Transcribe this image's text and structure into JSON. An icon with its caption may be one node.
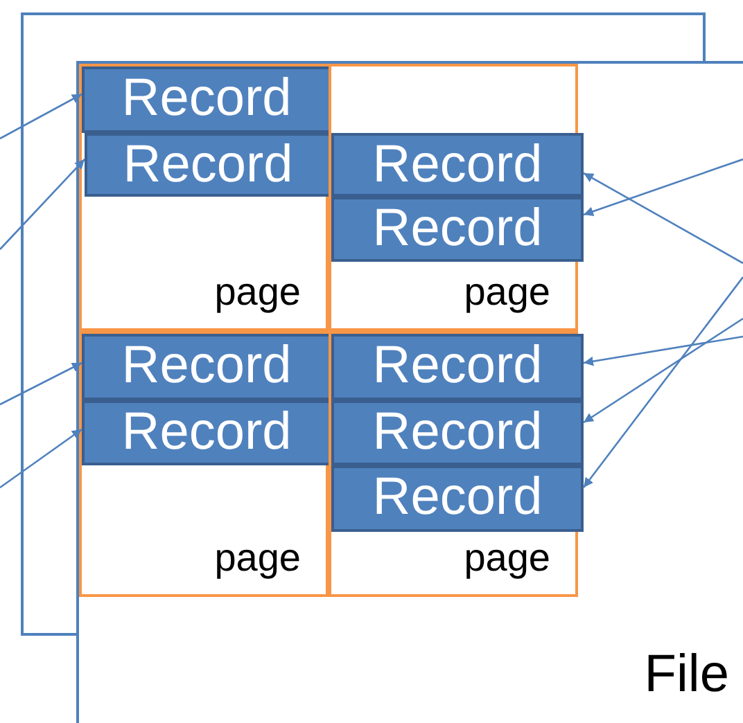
{
  "diagram": {
    "nodes": [
      {
        "text": [
          "File"
        ]
      },
      {
        "text": [
          "page"
        ],
        "in": 0
      },
      {
        "text": [
          "Record"
        ],
        "in": 1
      },
      {
        "text": [
          "Record"
        ],
        "in": 1
      },
      {
        "text": [
          "page"
        ],
        "in": 0
      },
      {
        "text": [
          "Record"
        ],
        "in": 4
      },
      {
        "text": [
          "Record"
        ],
        "in": 4
      },
      {
        "text": [
          "page"
        ],
        "in": 0
      },
      {
        "text": [
          "Record"
        ],
        "in": 7
      },
      {
        "text": [
          "Record"
        ],
        "in": 7
      },
      {
        "text": [
          "page"
        ],
        "in": 0
      },
      {
        "text": [
          "Record"
        ],
        "in": 10
      },
      {
        "text": [
          "Record"
        ],
        "in": 10
      },
      {
        "text": [
          "Record"
        ],
        "in": 10
      }
    ],
    "edges": [
      {
        "from": null,
        "to": 2,
        "arrow": "to"
      },
      {
        "from": null,
        "to": 3,
        "arrow": "to"
      },
      {
        "from": null,
        "to": 8,
        "arrow": "to"
      },
      {
        "from": null,
        "to": 9,
        "arrow": "to"
      },
      {
        "from": null,
        "to": 5,
        "arrow": "to"
      },
      {
        "from": null,
        "to": 6,
        "arrow": "to"
      },
      {
        "from": null,
        "to": 11,
        "arrow": "to"
      },
      {
        "from": null,
        "to": 12,
        "arrow": "to"
      },
      {
        "from": null,
        "to": 13,
        "arrow": "to"
      }
    ]
  }
}
